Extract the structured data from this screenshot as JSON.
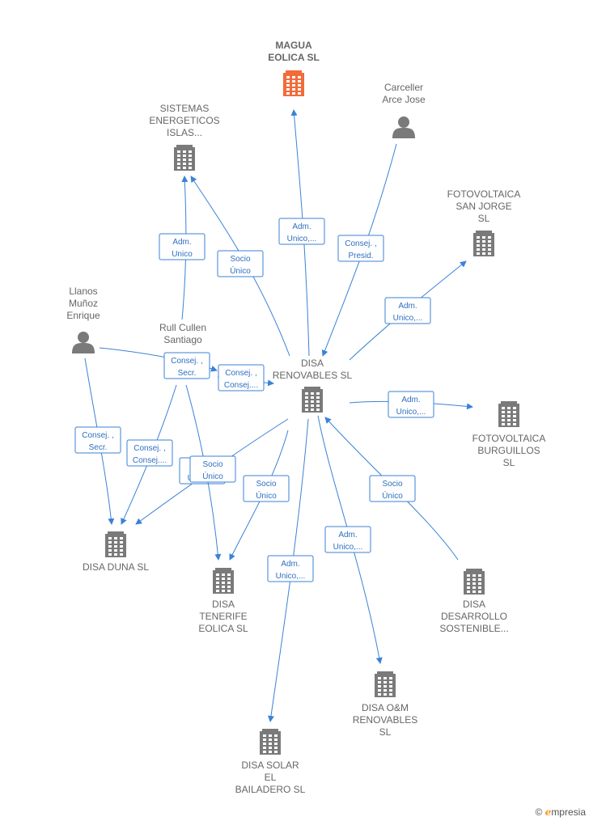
{
  "nodes": [
    {
      "id": "magua",
      "type": "company",
      "highlight": true,
      "label": [
        "MAGUA",
        "EOLICA  SL"
      ]
    },
    {
      "id": "sistemas",
      "type": "company",
      "label": [
        "SISTEMAS",
        "ENERGETICOS",
        "ISLAS..."
      ]
    },
    {
      "id": "carceller",
      "type": "person",
      "label": [
        "Carceller",
        "Arce Jose"
      ]
    },
    {
      "id": "fotosanjorge",
      "type": "company",
      "label": [
        "FOTOVOLTAICA",
        "SAN JORGE",
        "SL"
      ]
    },
    {
      "id": "llanos",
      "type": "person",
      "label": [
        "Llanos",
        "Muñoz",
        "Enrique"
      ]
    },
    {
      "id": "rull",
      "type": "person",
      "label": [
        "Rull Cullen",
        "Santiago"
      ]
    },
    {
      "id": "disarenov",
      "type": "company",
      "label": [
        "DISA",
        "RENOVABLES SL"
      ]
    },
    {
      "id": "fotoburg",
      "type": "company",
      "label": [
        "FOTOVOLTAICA",
        "BURGUILLOS",
        "SL"
      ]
    },
    {
      "id": "disaduna",
      "type": "company",
      "label": [
        "DISA DUNA  SL"
      ]
    },
    {
      "id": "disatenerife",
      "type": "company",
      "label": [
        "DISA",
        "TENERIFE",
        "EOLICA  SL"
      ]
    },
    {
      "id": "disadesarrollo",
      "type": "company",
      "label": [
        "DISA",
        "DESARROLLO",
        "SOSTENIBLE..."
      ]
    },
    {
      "id": "disaom",
      "type": "company",
      "label": [
        "DISA O&M",
        "RENOVABLES",
        "SL"
      ]
    },
    {
      "id": "disasolar",
      "type": "company",
      "label": [
        "DISA SOLAR",
        "EL",
        "BAILADERO  SL"
      ]
    }
  ],
  "edges": [
    {
      "label": [
        "Adm.",
        "Unico,..."
      ]
    },
    {
      "label": [
        "Socio",
        "Único"
      ]
    },
    {
      "label": [
        "Adm.",
        "Unico"
      ]
    },
    {
      "label": [
        "Consej. ,",
        "Presid."
      ]
    },
    {
      "label": [
        "Adm.",
        "Unico,..."
      ]
    },
    {
      "label": [
        "Consej. ,",
        "Secr."
      ]
    },
    {
      "label": [
        "Consej. ,",
        "Consej...."
      ]
    },
    {
      "label": [
        "Adm.",
        "Unico,..."
      ]
    },
    {
      "label": [
        "Consej. ,",
        "Secr."
      ]
    },
    {
      "label": [
        "Consej. ,",
        "Consej...."
      ]
    },
    {
      "label": [
        "Adm.",
        "Unico,..."
      ]
    },
    {
      "label": [
        "Socio",
        "Único"
      ]
    },
    {
      "label": [
        "Socio",
        "Único"
      ]
    },
    {
      "label": [
        "Socio",
        "Único"
      ]
    },
    {
      "label": [
        "Adm.",
        "Unico,..."
      ]
    },
    {
      "label": [
        "Adm.",
        "Unico,..."
      ]
    }
  ],
  "colors": {
    "edge": "#3b82d6",
    "company": "#7a7a7a",
    "highlight": "#f26b3a",
    "person": "#7a7a7a"
  },
  "footer": {
    "copyright": "©",
    "brand_initial": "e",
    "brand_rest": "mpresia"
  }
}
